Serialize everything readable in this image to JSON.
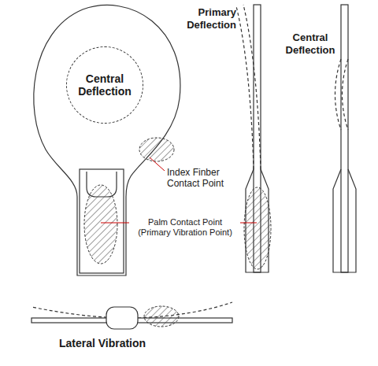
{
  "diagram": {
    "nodes": [
      {
        "text": [
          "Central Deflection"
        ]
      }
    ],
    "labels": [
      "Primary Deflection",
      "Central Deflection",
      "Index Finber Contact Point",
      "Palm Contact Point (Primary Vibration Point)",
      "Lateral Vibration"
    ]
  }
}
